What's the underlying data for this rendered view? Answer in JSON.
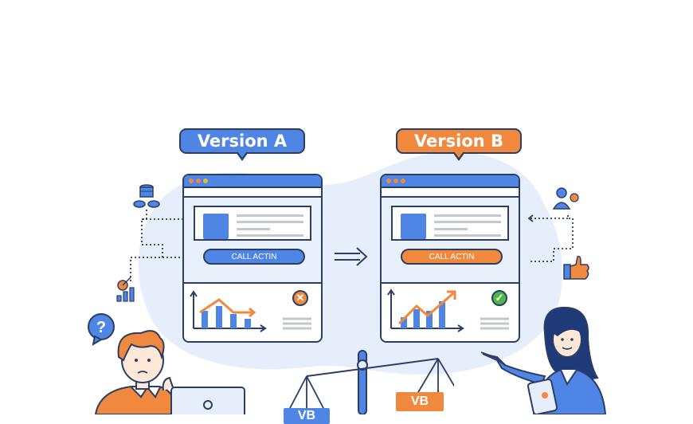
{
  "colors": {
    "accent_blue": "#4f86e6",
    "accent_orange": "#f0883e",
    "outline": "#2c3e66",
    "blob": "#e6eefb",
    "success": "#4cb848",
    "line_gray": "#c4c7cc"
  },
  "version_a": {
    "label": "Version A",
    "cta_label": "CALL ACTIN",
    "result_icon": "x-circle-icon",
    "chart_trend": "down"
  },
  "version_b": {
    "label": "Version B",
    "cta_label": "CALL ACTIN",
    "result_icon": "check-circle-icon",
    "chart_trend": "up"
  },
  "compare_arrow": "arrow-right-icon",
  "scale": {
    "left_pan_label": "VB",
    "right_pan_label": "VB"
  },
  "side_icons": {
    "left": [
      "database-users-icon",
      "target-growth-icon"
    ],
    "right": [
      "user-feedback-icon",
      "thumbs-up-icon"
    ]
  },
  "people": {
    "left": {
      "role": "confused-person",
      "bubble": "?"
    },
    "right": {
      "role": "presenter-woman"
    }
  }
}
